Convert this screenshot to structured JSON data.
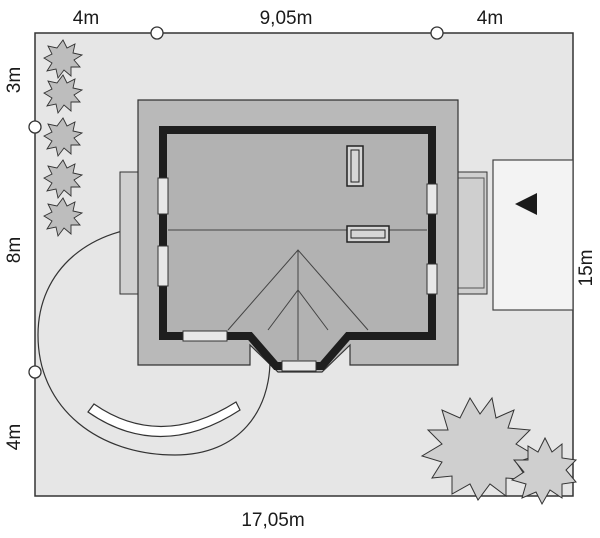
{
  "dimensions": {
    "top_left": "4m",
    "top_middle": "9,05m",
    "top_right": "4m",
    "left_top": "3m",
    "left_middle": "8m",
    "left_bottom": "4m",
    "right": "15m",
    "bottom": "17,05m"
  },
  "colors": {
    "plot": "#e6e6e6",
    "roof": "#b9b9b9",
    "wall": "#1e1e1e",
    "outline": "#333333",
    "tree": "#cfcfcf"
  },
  "icons": {
    "north_arrow": "triangle-left"
  }
}
